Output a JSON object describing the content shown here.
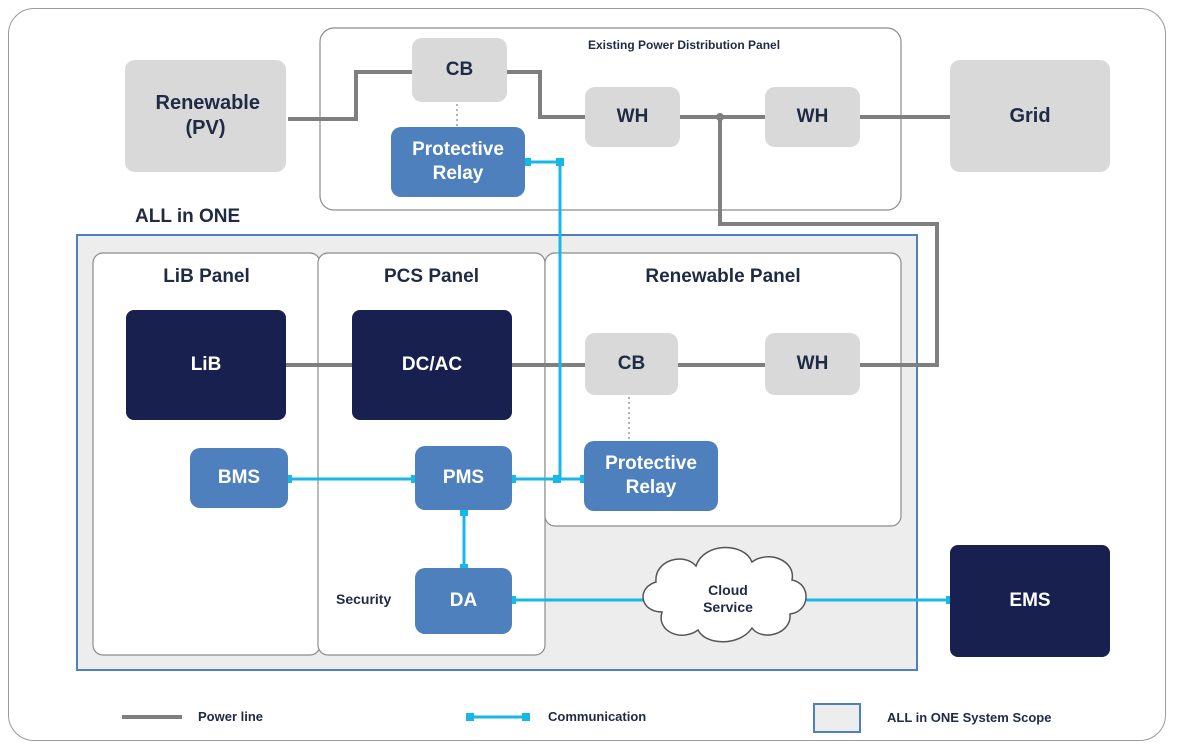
{
  "existing_panel": {
    "title": "Existing Power Distribution Panel",
    "cb": "CB",
    "protective_relay": "Protective Relay",
    "wh1": "WH",
    "wh2": "WH"
  },
  "renewable_pv": "Renewable (PV)",
  "grid": "Grid",
  "all_in_one": {
    "title": "ALL in ONE",
    "lib_panel": {
      "title": "LiB Panel",
      "lib": "LiB",
      "bms": "BMS"
    },
    "pcs_panel": {
      "title": "PCS Panel",
      "dcac": "DC/AC",
      "pms": "PMS",
      "da": "DA",
      "security": "Security"
    },
    "renewable_panel": {
      "title": "Renewable Panel",
      "cb": "CB",
      "wh": "WH",
      "protective_relay": "Protective Relay"
    }
  },
  "cloud": "Cloud Service",
  "ems": "EMS",
  "legend": {
    "power_line": "Power line",
    "communication": "Communication",
    "scope": "ALL in ONE System Scope"
  },
  "colors": {
    "power_line": "#7f7f7f",
    "communication": "#17b7e6",
    "gray_box": "#d9d9d9",
    "blue_box": "#4e80bd",
    "navy_box": "#17204f",
    "scope_border": "#4e80bd",
    "scope_fill": "#ededed"
  }
}
